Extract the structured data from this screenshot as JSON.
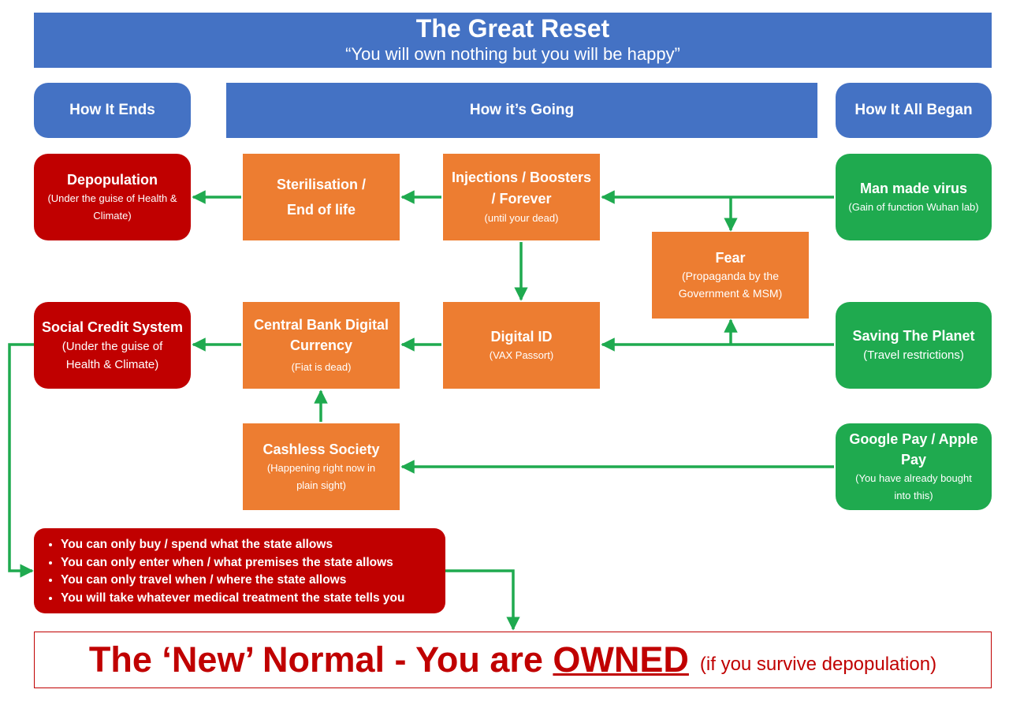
{
  "header": {
    "title": "The Great Reset",
    "subtitle": "“You will own nothing but you will be happy”"
  },
  "columns": {
    "ends": "How It Ends",
    "going": "How it’s Going",
    "began": "How It All Began"
  },
  "nodes": {
    "depopulation": {
      "title": "Depopulation",
      "sub": "(Under the guise of Health & Climate)"
    },
    "sterilisation": {
      "title_line1": "Sterilisation /",
      "title_line2": "End of life"
    },
    "injections": {
      "title": "Injections / Boosters / Forever",
      "sub": "(until your dead)"
    },
    "man_made_virus": {
      "title": "Man made virus",
      "sub": "(Gain of function Wuhan lab)"
    },
    "fear": {
      "title": "Fear",
      "sub": "(Propaganda by the Government & MSM)"
    },
    "social_credit": {
      "title": "Social Credit System",
      "sub": "(Under the guise of Health  & Climate)"
    },
    "cbdc": {
      "title": "Central Bank Digital Currency",
      "sub": "(Fiat is dead)"
    },
    "digital_id": {
      "title": "Digital ID",
      "sub": "(VAX Passort)"
    },
    "saving_planet": {
      "title": "Saving The Planet",
      "sub": "(Travel restrictions)"
    },
    "cashless": {
      "title": "Cashless Society",
      "sub": "(Happening right now in plain sight)"
    },
    "google_pay": {
      "title": "Google Pay / Apple Pay",
      "sub": "(You have already bought into this)"
    }
  },
  "conditions": [
    "You can only buy / spend what the state allows",
    "You can only enter when / what premises the state allows",
    "You can only travel when / where the state allows",
    "You will take whatever medical treatment the state tells you"
  ],
  "banner": {
    "part1": "The ‘New’ Normal - You are ",
    "owned": "OWNED",
    "suffix": "(if you survive depopulation)"
  },
  "colors": {
    "blue": "#4472c4",
    "orange": "#ed7d31",
    "green": "#1faa4f",
    "red": "#c00000",
    "arrow": "#1faa4f"
  }
}
